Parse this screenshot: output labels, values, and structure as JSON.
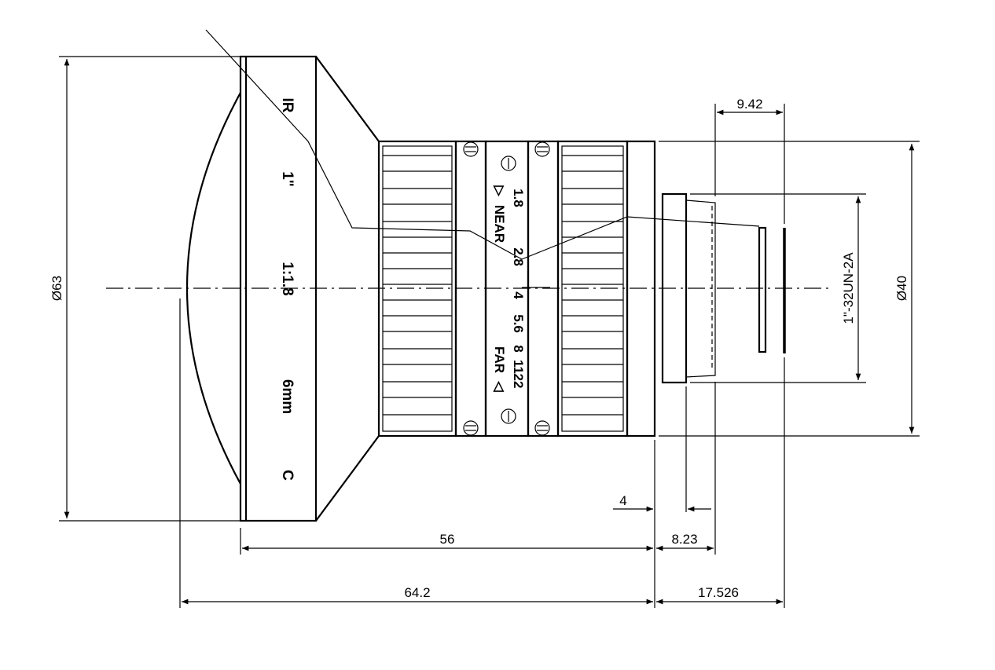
{
  "dimensions": {
    "outer_diameter": "Ø63",
    "body_diameter": "Ø40",
    "thread": "1\"-32UN-2A",
    "length_56": "56",
    "length_64_2": "64.2",
    "flange_4": "4",
    "mount_8_23": "8.23",
    "back_17_526": "17.526",
    "top_9_42": "9.42"
  },
  "lens_markings": {
    "mount_type": "C",
    "focal_length": "6mm",
    "aperture": "1:1.8",
    "format": "1\"",
    "ir_mark": "IR"
  },
  "aperture_scale": {
    "near": "NEAR",
    "far": "FAR",
    "marks": [
      "1.8",
      "2.8",
      "4",
      "5.6",
      "8",
      "11",
      "22"
    ],
    "near_arrow": "▷",
    "far_arrow": "◁"
  },
  "icons": {
    "screw": "screw-icon",
    "arrow": "arrow-icon"
  }
}
